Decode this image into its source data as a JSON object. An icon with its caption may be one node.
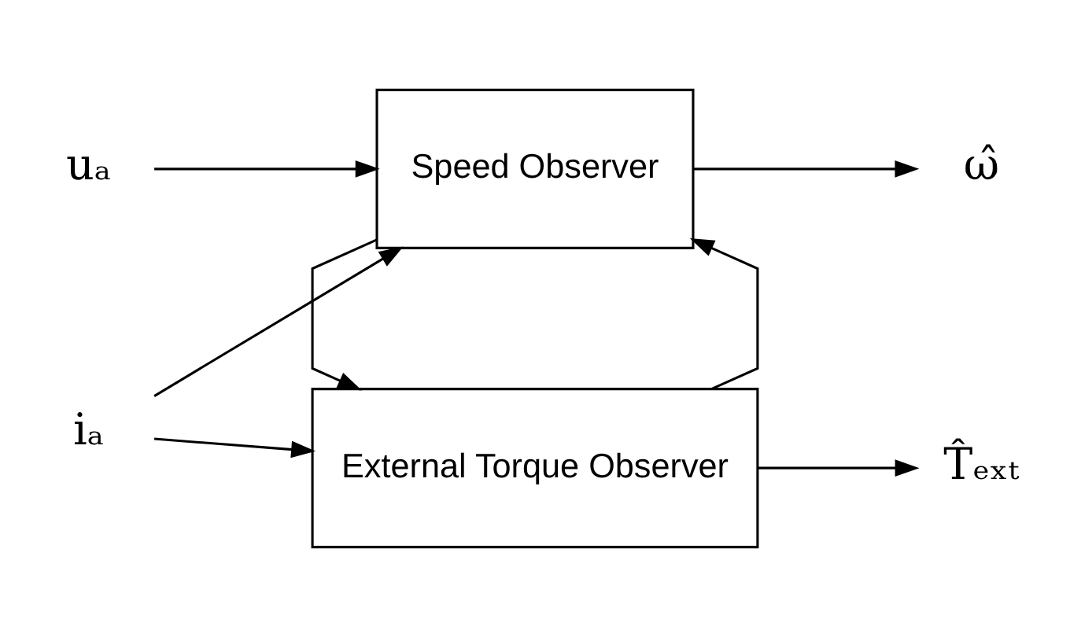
{
  "diagram": {
    "nodes": [
      {
        "text": [
          "External Torque Observer"
        ]
      },
      {
        "text": [
          "Speed Observer"
        ]
      },
      {
        "text": [
          "iₐ"
        ]
      },
      {
        "text": [
          "uₐ"
        ]
      },
      {
        "text": [
          "T̂ₑₓₜ"
        ]
      },
      {
        "text": [
          "ω̂"
        ]
      }
    ],
    "edges": [
      {
        "from": 2,
        "to": 0,
        "arrow": "to"
      },
      {
        "from": 2,
        "to": 1,
        "arrow": "to"
      },
      {
        "from": 3,
        "to": 1,
        "arrow": "to"
      },
      {
        "from": 0,
        "to": 4,
        "arrow": "to"
      },
      {
        "from": 0,
        "to": 1,
        "arrow": "to"
      },
      {
        "from": 1,
        "to": 5,
        "arrow": "to"
      },
      {
        "from": 1,
        "to": 0,
        "arrow": "to"
      }
    ]
  }
}
